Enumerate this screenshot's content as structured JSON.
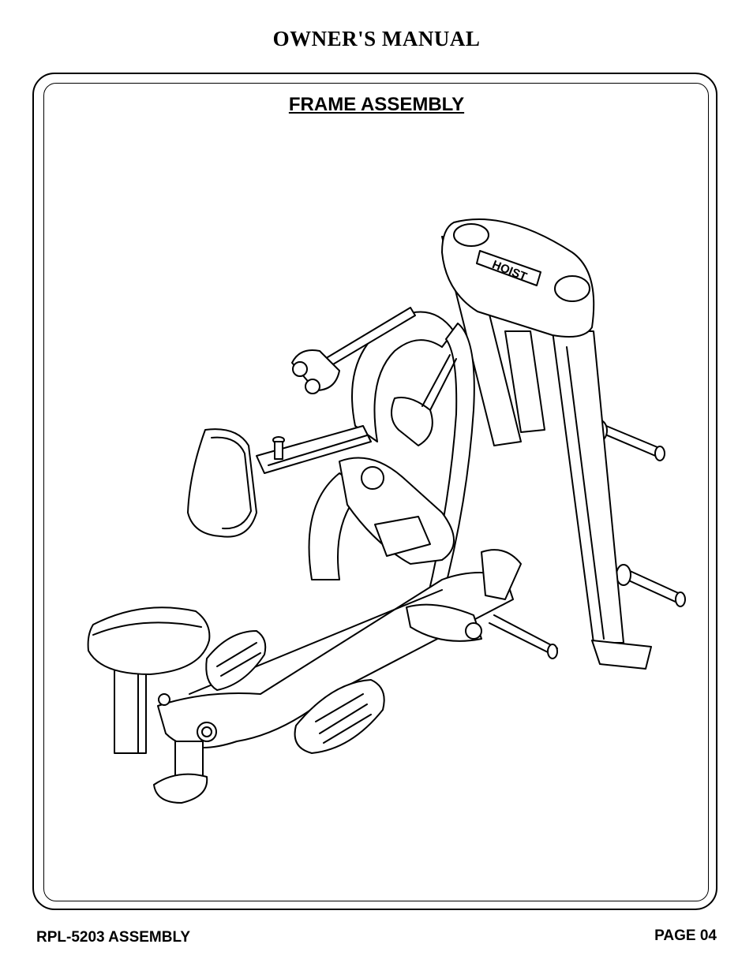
{
  "header": {
    "title": "OWNER'S MANUAL"
  },
  "section": {
    "title": "FRAME ASSEMBLY"
  },
  "illustration": {
    "logo_text": "HOIST"
  },
  "footer": {
    "model": "RPL-5203 ASSEMBLY",
    "page": "PAGE 04"
  }
}
